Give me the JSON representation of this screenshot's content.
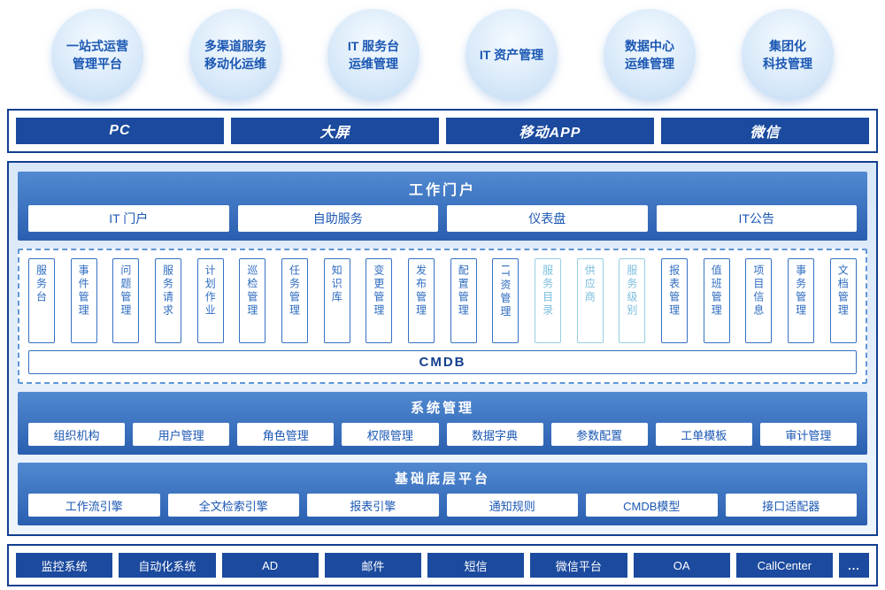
{
  "bubbles": [
    "一站式运营\n管理平台",
    "多渠道服务\n移动化运维",
    "IT 服务台\n运维管理",
    "IT 资产管理",
    "数据中心\n运维管理",
    "集团化\n科技管理"
  ],
  "channels": [
    "PC",
    "大屏",
    "移动APP",
    "微信"
  ],
  "portal": {
    "title": "工作门户",
    "items": [
      "IT 门户",
      "自助服务",
      "仪表盘",
      "IT公告"
    ]
  },
  "modules": {
    "primary": [
      "服务台",
      "事件管理",
      "问题管理",
      "服务请求",
      "计划作业",
      "巡检管理",
      "任务管理",
      "知识库",
      "变更管理",
      "发布管理",
      "配置管理",
      "IT资管理"
    ],
    "secondary": [
      "服务目录",
      "供应商",
      "服务级别"
    ],
    "tertiary": [
      "报表管理",
      "值班管理",
      "项目信息",
      "事务管理",
      "文档管理"
    ],
    "cmdb": "CMDB"
  },
  "system_management": {
    "title": "系统管理",
    "items": [
      "组织机构",
      "用户管理",
      "角色管理",
      "权限管理",
      "数据字典",
      "参数配置",
      "工单模板",
      "审计管理"
    ]
  },
  "base_platform": {
    "title": "基础底层平台",
    "items": [
      "工作流引擎",
      "全文检索引擎",
      "报表引擎",
      "通知规则",
      "CMDB模型",
      "接口适配器"
    ]
  },
  "external_systems": [
    "监控系统",
    "自动化系统",
    "AD",
    "邮件",
    "短信",
    "微信平台",
    "OA",
    "CallCenter",
    "..."
  ],
  "colors": {
    "navy": "#123f8f",
    "chip_blue": "#1b4a9e",
    "section_blue": "#2a5fb0",
    "module_blue": "#2e6cc0",
    "module_light": "#7bbedd"
  }
}
